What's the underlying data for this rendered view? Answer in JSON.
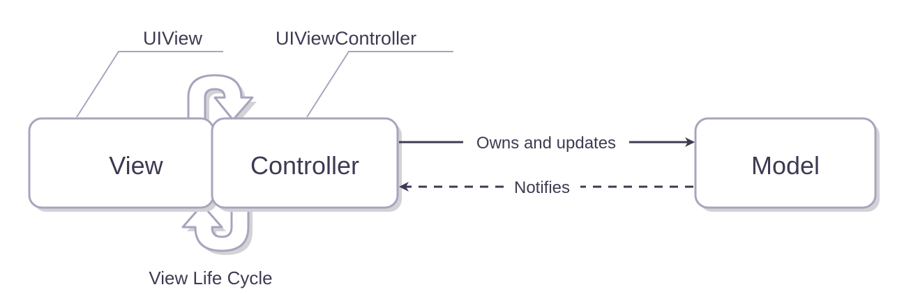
{
  "nodes": {
    "view": "View",
    "controller": "Controller",
    "model": "Model"
  },
  "callouts": {
    "uiview": "UIView",
    "uiviewcontroller": "UIViewController"
  },
  "edges": {
    "owns_and_updates": "Owns and updates",
    "notifies": "Notifies"
  },
  "cycle_label": "View Life Cycle",
  "colors": {
    "stroke": "#a7a5bd",
    "text": "#3d3b52",
    "arrow": "#3d3b52",
    "fill": "#ffffff",
    "shadow": "#d3d3d7"
  },
  "icons": {
    "lifecycle_top": "curved-arrow-icon",
    "lifecycle_bottom": "curved-arrow-icon"
  }
}
